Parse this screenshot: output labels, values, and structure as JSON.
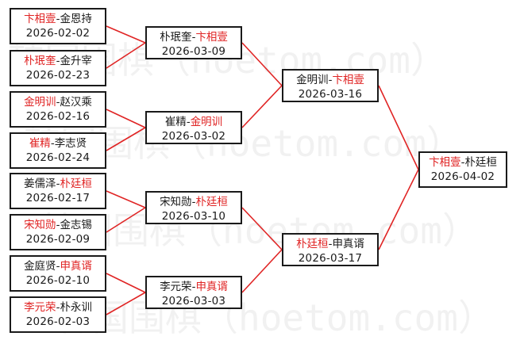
{
  "watermark": "韩国围棋（hoetom.com）",
  "colors": {
    "winner": "#e02424",
    "line": "#e02424",
    "border": "#1a1a1a",
    "text": "#1a1a1a"
  },
  "rounds": {
    "round1": [
      {
        "p1": "卞相壹",
        "p2": "金恩持",
        "winner": 1,
        "date": "2026-02-02"
      },
      {
        "p1": "朴珉奎",
        "p2": "金升宰",
        "winner": 1,
        "date": "2026-02-23"
      },
      {
        "p1": "金明训",
        "p2": "赵汉乘",
        "winner": 1,
        "date": "2026-02-16"
      },
      {
        "p1": "崔精",
        "p2": "李志贤",
        "winner": 1,
        "date": "2026-02-24"
      },
      {
        "p1": "姜儒泽",
        "p2": "朴廷桓",
        "winner": 2,
        "date": "2026-02-17"
      },
      {
        "p1": "宋知勋",
        "p2": "金志锡",
        "winner": 1,
        "date": "2026-02-09"
      },
      {
        "p1": "金庭贤",
        "p2": "申真谞",
        "winner": 2,
        "date": "2026-02-10"
      },
      {
        "p1": "李元荣",
        "p2": "朴永训",
        "winner": 1,
        "date": "2026-02-03"
      }
    ],
    "round2": [
      {
        "p1": "朴珉奎",
        "p2": "卞相壹",
        "winner": 2,
        "date": "2026-03-09"
      },
      {
        "p1": "崔精",
        "p2": "金明训",
        "winner": 2,
        "date": "2026-03-02"
      },
      {
        "p1": "宋知勋",
        "p2": "朴廷桓",
        "winner": 2,
        "date": "2026-03-10"
      },
      {
        "p1": "李元荣",
        "p2": "申真谞",
        "winner": 2,
        "date": "2026-03-03"
      }
    ],
    "round3": [
      {
        "p1": "金明训",
        "p2": "卞相壹",
        "winner": 2,
        "date": "2026-03-16"
      },
      {
        "p1": "朴廷桓",
        "p2": "申真谞",
        "winner": 1,
        "date": "2026-03-17"
      }
    ],
    "final": [
      {
        "p1": "卞相壹",
        "p2": "朴廷桓",
        "winner": 1,
        "date": "2026-04-02"
      }
    ]
  }
}
